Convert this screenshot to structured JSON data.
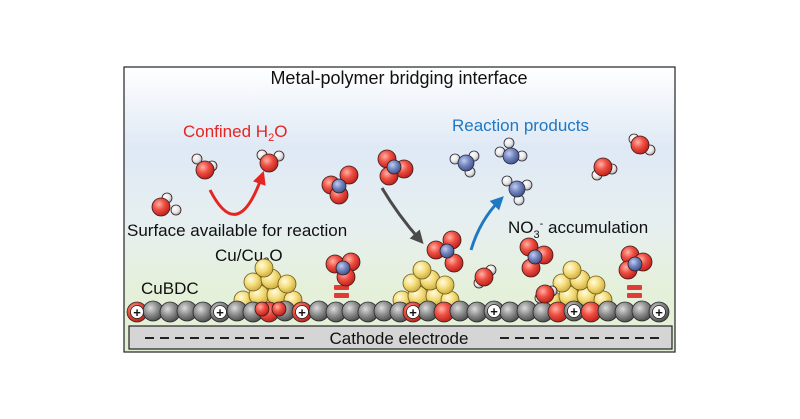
{
  "title": "Metal-polymer bridging interface",
  "labels": {
    "confined_main": "Confined H",
    "confined_sub": "2",
    "confined_tail": "O",
    "reaction_products": "Reaction products",
    "surface_available": "Surface available for reaction",
    "no3_main": "NO",
    "no3_sub": "3",
    "no3_sup": "-",
    "no3_tail": " accumulation",
    "cu_main": "Cu/Cu",
    "cu_sub": "2",
    "cu_tail": "O",
    "cubdc": "CuBDC",
    "cathode": "Cathode electrode",
    "plus": "+"
  },
  "colors": {
    "red_text": "#e52521",
    "blue_text": "#1f78c4",
    "oxygen": "#e8423c",
    "hydrogen": "#e6e6e6",
    "nitrogen": "#6c7fb8",
    "copper_cluster": "#f5dc7a",
    "framework_sphere": "#8a8a8a",
    "bridge": "#e33a36"
  },
  "icons": [
    "water-molecule",
    "nitrate-molecule",
    "ammonia-molecule",
    "copper-cluster",
    "framework-chain",
    "plus-charge"
  ]
}
